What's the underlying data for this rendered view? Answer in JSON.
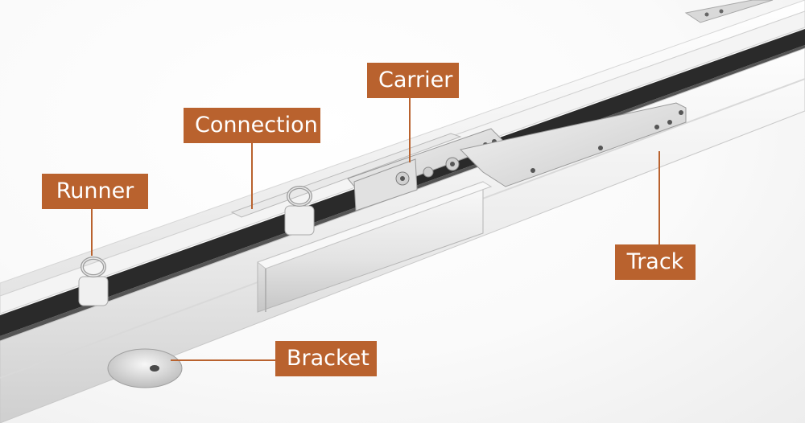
{
  "labels": {
    "runner": "Runner",
    "connection": "Connection",
    "carrier": "Carrier",
    "track": "Track",
    "bracket": "Bracket"
  },
  "colors": {
    "callout_bg": "#b9622e",
    "callout_text": "#ffffff",
    "track_metal": "#f2f2f2",
    "track_slot": "#2a2a2a"
  }
}
